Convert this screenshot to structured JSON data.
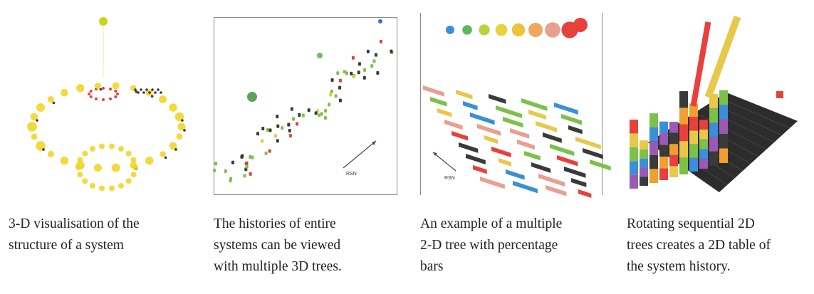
{
  "figures": [
    {
      "caption_lines": [
        "3-D visualisation of the",
        "structure of a system"
      ]
    },
    {
      "caption_lines": [
        "The histories of entire",
        "systems can be viewed",
        "with multiple 3D trees."
      ],
      "arrow_label": "RSN"
    },
    {
      "caption_lines": [
        "An example of a multiple",
        "2-D tree with percentage",
        "bars"
      ],
      "arrow_label": "RSN"
    },
    {
      "caption_lines": [
        "Rotating sequential 2D",
        "trees creates a 2D table of",
        "the system history."
      ]
    }
  ],
  "colors": {
    "yellow": "#f2d21c",
    "dark": "#3a3a3a",
    "red": "#e8403a",
    "green": "#7cc24a",
    "frame": "#8a8a8a"
  }
}
